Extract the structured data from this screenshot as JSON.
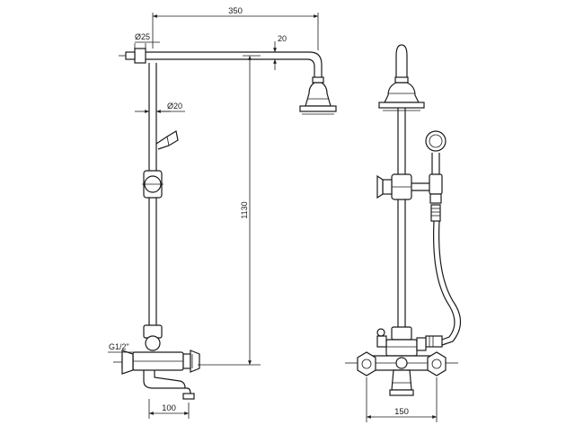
{
  "dimensions": {
    "width_top": "350",
    "pipe_dia_25": "Ø25",
    "offset_20": "20",
    "rail_dia_20": "Ø20",
    "height_1130": "1130",
    "inlet_thread": "G1/2\"",
    "spout_100": "100",
    "center_150": "150"
  },
  "colors": {
    "line": "#1a1a1a",
    "background": "#ffffff"
  }
}
